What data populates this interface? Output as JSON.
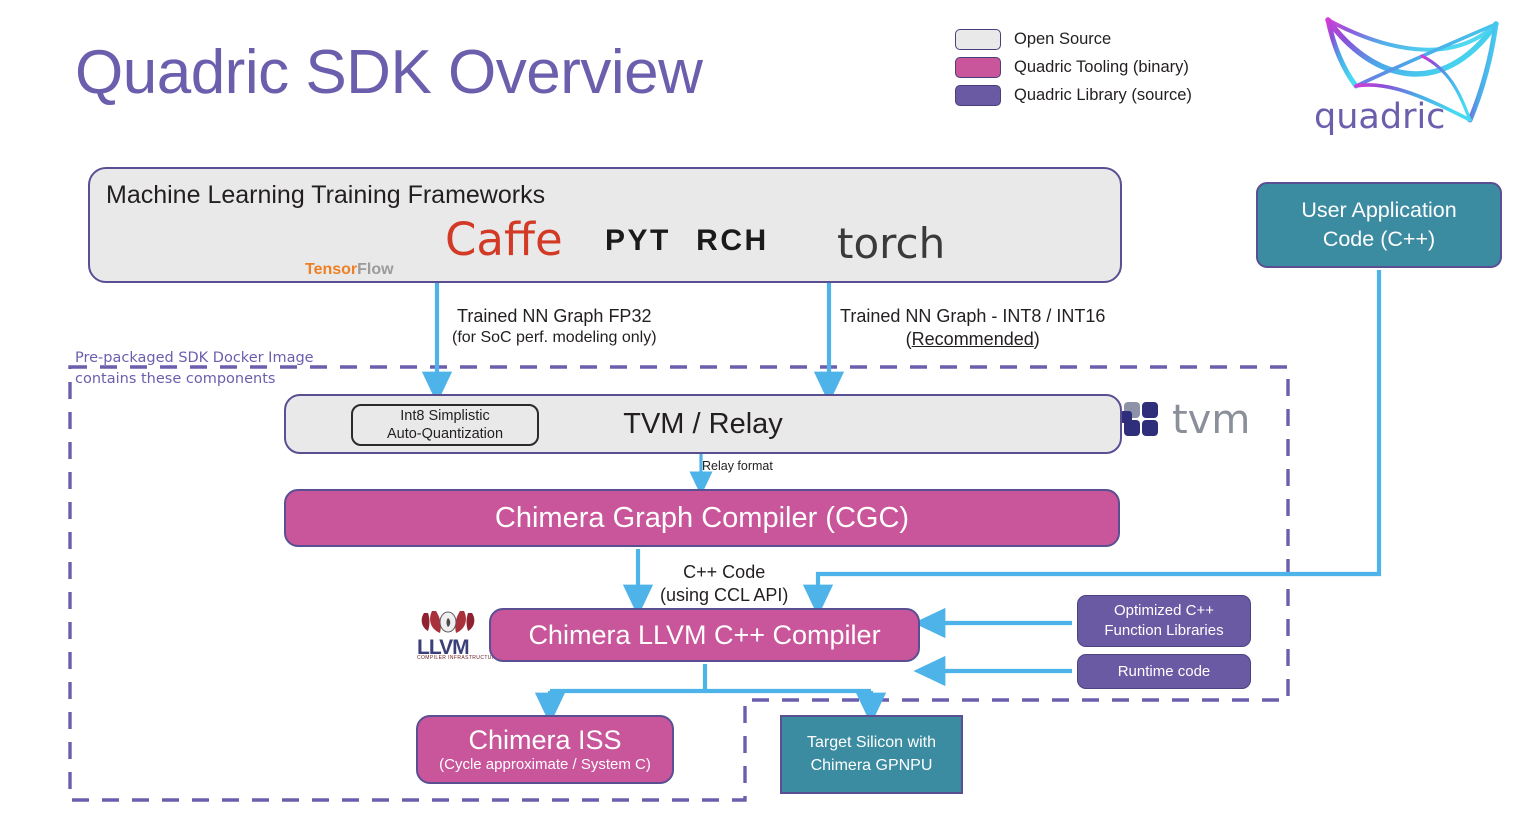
{
  "page": {
    "title": "Quadric SDK Overview",
    "brand": "quadric"
  },
  "colors": {
    "title_purple": "#6b5fad",
    "open_source": "#e9e9ea",
    "quadric_tooling_pink": "#c9559a",
    "quadric_library_purple": "#6a5aa3",
    "silicon_teal": "#3b8ba1",
    "wire_blue": "#4eb3e8",
    "border_purple": "#5b4f93",
    "docker_dash_purple": "#6b5fad"
  },
  "legend": {
    "items": [
      {
        "label": "Open Source",
        "color": "#e9e9ea"
      },
      {
        "label": "Quadric Tooling (binary)",
        "color": "#c9559a"
      },
      {
        "label": "Quadric Library (source)",
        "color": "#6a5aa3"
      }
    ]
  },
  "frameworks_box": {
    "title": "Machine Learning Training Frameworks",
    "logos": [
      {
        "name": "tensorflow",
        "text_a": "Tensor",
        "text_b": "Flow"
      },
      {
        "name": "caffe",
        "text": "Caffe"
      },
      {
        "name": "pytorch",
        "text_left": "PYT",
        "text_right": "RCH"
      },
      {
        "name": "torch",
        "text": "torch"
      }
    ]
  },
  "docker_region": {
    "caption_line1": "Pre-packaged SDK Docker Image",
    "caption_line2": "contains these components"
  },
  "nodes": {
    "user_app": {
      "line1": "User Application",
      "line2": "Code (C++)"
    },
    "tvm": {
      "label": "TVM / Relay",
      "logo_text": "tvm"
    },
    "quantization": {
      "line1": "Int8 Simplistic",
      "line2": "Auto-Quantization"
    },
    "cgc": {
      "label": "Chimera Graph Compiler (CGC)"
    },
    "llvm_compiler": {
      "label": "Chimera LLVM C++ Compiler"
    },
    "llvm_logo": {
      "word": "LLVM",
      "subtitle": "COMPILER INFRASTRUCTURE"
    },
    "optimized_libraries": {
      "line1": "Optimized C++",
      "line2": "Function Libraries"
    },
    "runtime_code": {
      "label": "Runtime code"
    },
    "chimera_iss": {
      "title": "Chimera ISS",
      "subtitle": "(Cycle approximate / System C)"
    },
    "target_silicon": {
      "line1": "Target Silicon with",
      "line2": "Chimera GPNPU"
    }
  },
  "edges": {
    "fp32": {
      "line1": "Trained NN Graph FP32",
      "line2": "(for SoC perf. modeling only)"
    },
    "int8": {
      "line1": "Trained NN Graph - INT8 / INT16",
      "line2_pre": "(",
      "line2_underlined": "Recommended",
      "line2_post": ")"
    },
    "relay": {
      "label": "Relay format"
    },
    "cpp_code": {
      "line1": "C++ Code",
      "line2": "(using CCL API)"
    }
  }
}
